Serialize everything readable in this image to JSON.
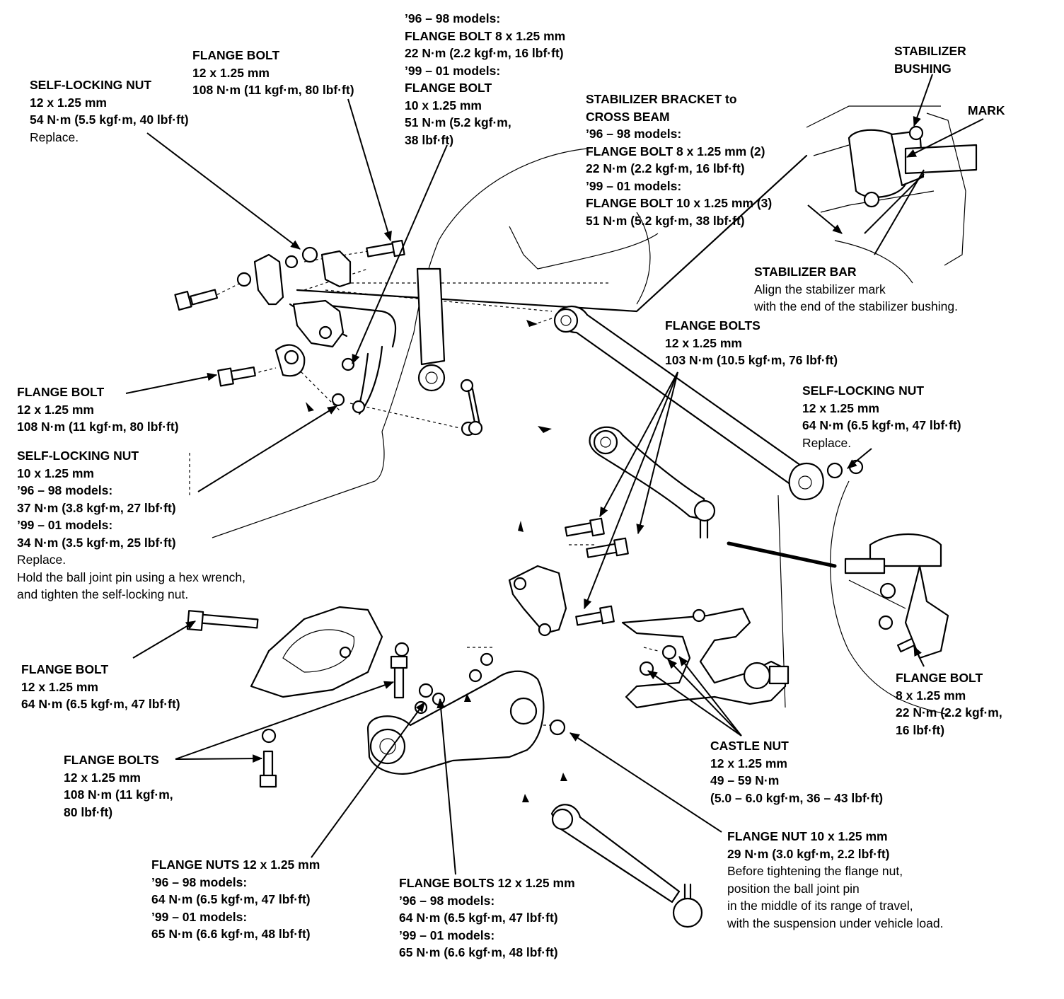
{
  "callouts": {
    "nut_top_left": [
      "SELF-LOCKING NUT",
      "12 x 1.25 mm",
      "54 N·m (5.5 kgf·m, 40 lbf·ft)",
      "Replace."
    ],
    "bolt_top": [
      "FLANGE BOLT",
      "12 x 1.25 mm",
      "108 N·m (11 kgf·m, 80 lbf·ft)"
    ],
    "bolt_top_center": [
      "’96 – 98 models:",
      "FLANGE BOLT 8 x 1.25 mm",
      "22 N·m (2.2 kgf·m, 16 lbf·ft)",
      "’99 – 01 models:",
      "FLANGE BOLT",
      "10 x 1.25 mm",
      "51 N·m (5.2 kgf·m,",
      "38 lbf·ft)"
    ],
    "stabilizer_bracket": [
      "STABILIZER BRACKET to",
      "CROSS BEAM",
      "’96 – 98 models:",
      "FLANGE BOLT 8 x 1.25 mm (2)",
      "22 N·m (2.2 kgf·m, 16 lbf·ft)",
      "’99 – 01 models:",
      "FLANGE BOLT 10 x 1.25 mm (3)",
      "51 N·m (5.2 kgf·m, 38 lbf·ft)"
    ],
    "stabilizer_bushing": [
      "STABILIZER",
      "BUSHING"
    ],
    "mark": [
      "MARK"
    ],
    "stabilizer_bar": [
      "STABILIZER BAR",
      "Align the stabilizer mark",
      "with the end of the stabilizer bushing."
    ],
    "bolts_right": [
      "FLANGE BOLTS",
      "12 x 1.25 mm",
      "103 N·m (10.5 kgf·m, 76 lbf·ft)"
    ],
    "nut_right": [
      "SELF-LOCKING NUT",
      "12 x 1.25 mm",
      "64 N·m (6.5 kgf·m, 47 lbf·ft)",
      "Replace."
    ],
    "bolt_left_mid": [
      "FLANGE BOLT",
      "12 x 1.25 mm",
      "108 N·m (11 kgf·m, 80 lbf·ft)"
    ],
    "nut_left_mid": [
      "SELF-LOCKING NUT",
      "10 x 1.25 mm",
      "’96  – 98 models:",
      "37 N·m (3.8 kgf·m, 27 lbf·ft)",
      "’99 – 01 models:",
      "34 N·m (3.5 kgf·m, 25 lbf·ft)",
      "Replace.",
      "Hold the ball joint pin using a hex wrench,",
      "and tighten the self-locking nut."
    ],
    "bolt_left_low": [
      "FLANGE BOLT",
      "12 x 1.25 mm",
      "64 N·m (6.5 kgf·m, 47 lbf·ft)"
    ],
    "bolts_left_low": [
      "FLANGE BOLTS",
      "12 x 1.25 mm",
      "108 N·m (11 kgf·m,",
      "80 lbf·ft)"
    ],
    "nuts_bottom": [
      "FLANGE NUTS 12 x 1.25 mm",
      "’96 – 98 models:",
      "64 N·m (6.5 kgf·m, 47 lbf·ft)",
      "’99 – 01 models:",
      "65 N·m (6.6 kgf·m, 48 lbf·ft)"
    ],
    "bolts_bottom": [
      "FLANGE BOLTS 12 x 1.25 mm",
      "’96 – 98 models:",
      "64 N·m (6.5 kgf·m, 47 lbf·ft)",
      "’99 – 01 models:",
      "65 N·m (6.6 kgf·m, 48 lbf·ft)"
    ],
    "castle_nut": [
      "CASTLE NUT",
      "12 x 1.25 mm",
      "49 – 59 N·m",
      "(5.0  – 6.0 kgf·m, 36 – 43 lbf·ft)"
    ],
    "flange_nut": [
      "FLANGE NUT 10 x 1.25 mm",
      "29 N·m (3.0 kgf·m, 2.2 lbf·ft)",
      "Before tightening the flange nut,",
      "position the ball joint pin",
      "in the middle of its range of travel,",
      "with the suspension under vehicle load."
    ],
    "bolt_far_right": [
      "FLANGE BOLT",
      "8 x 1.25 mm",
      "22 N·m (2.2 kgf·m,",
      "16 lbf·ft)"
    ]
  }
}
